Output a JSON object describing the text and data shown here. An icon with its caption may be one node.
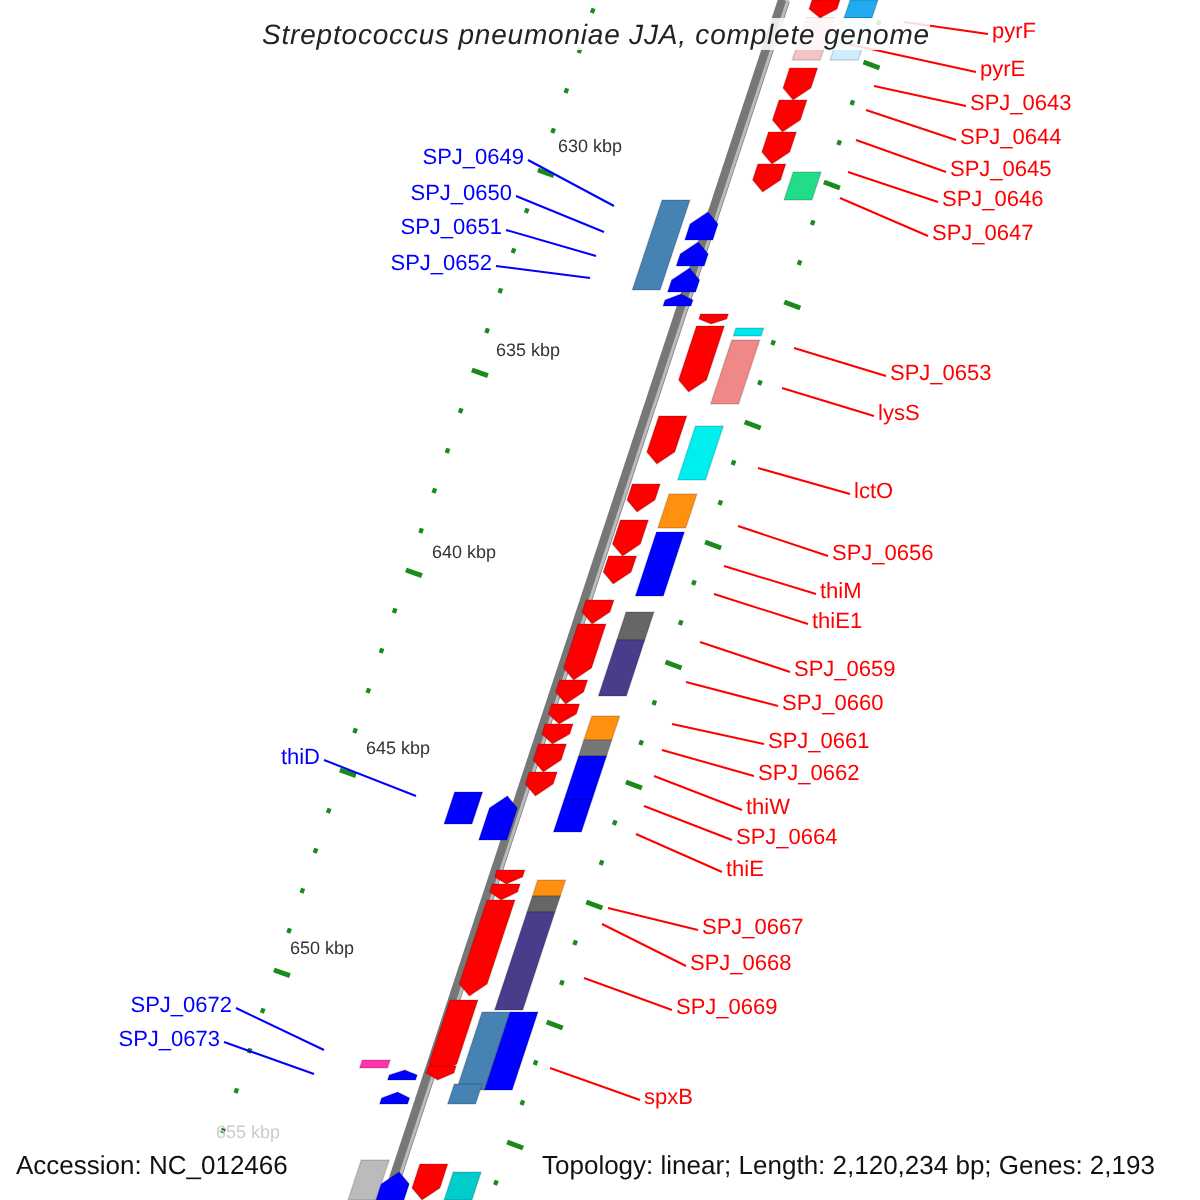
{
  "diagram": {
    "title": "Streptococcus pneumoniae JJA, complete genome",
    "nodes": [
      {
        "text": [
          "pyrF"
        ]
      },
      {
        "text": [
          "pyrE"
        ]
      },
      {
        "text": [
          "SPJ_0643"
        ]
      },
      {
        "text": [
          "SPJ_0644"
        ]
      },
      {
        "text": [
          "SPJ_0645"
        ]
      },
      {
        "text": [
          "SPJ_0646"
        ]
      },
      {
        "text": [
          "SPJ_0647"
        ]
      },
      {
        "text": [
          "SPJ_0649"
        ]
      },
      {
        "text": [
          "SPJ_0650"
        ]
      },
      {
        "text": [
          "SPJ_0651"
        ]
      },
      {
        "text": [
          "SPJ_0652"
        ]
      },
      {
        "text": [
          "SPJ_0653"
        ]
      },
      {
        "text": [
          "lysS"
        ]
      },
      {
        "text": [
          "lctO"
        ]
      },
      {
        "text": [
          "SPJ_0656"
        ]
      },
      {
        "text": [
          "thiM"
        ]
      },
      {
        "text": [
          "thiE1"
        ]
      },
      {
        "text": [
          "SPJ_0659"
        ]
      },
      {
        "text": [
          "SPJ_0660"
        ]
      },
      {
        "text": [
          "SPJ_0661"
        ]
      },
      {
        "text": [
          "SPJ_0662"
        ]
      },
      {
        "text": [
          "thiD"
        ]
      },
      {
        "text": [
          "thiW"
        ]
      },
      {
        "text": [
          "SPJ_0664"
        ]
      },
      {
        "text": [
          "thiE"
        ]
      },
      {
        "text": [
          "SPJ_0667"
        ]
      },
      {
        "text": [
          "SPJ_0668"
        ]
      },
      {
        "text": [
          "SPJ_0669"
        ]
      },
      {
        "text": [
          "SPJ_0672"
        ]
      },
      {
        "text": [
          "SPJ_0673"
        ]
      },
      {
        "text": [
          "spxB"
        ]
      }
    ],
    "edges": [
      {
        "from": 0,
        "to": null,
        "arrow": "none"
      },
      {
        "from": 1,
        "to": null,
        "arrow": "none"
      },
      {
        "from": 2,
        "to": null,
        "arrow": "none"
      },
      {
        "from": 3,
        "to": null,
        "arrow": "none"
      },
      {
        "from": 4,
        "to": null,
        "arrow": "none"
      },
      {
        "from": 5,
        "to": null,
        "arrow": "none"
      },
      {
        "from": 6,
        "to": null,
        "arrow": "none"
      },
      {
        "from": 7,
        "to": null,
        "arrow": "none",
        "color": "#0000ff"
      },
      {
        "from": 8,
        "to": null,
        "arrow": "none",
        "color": "#0000ff"
      },
      {
        "from": 9,
        "to": null,
        "arrow": "none",
        "color": "#0000ff"
      },
      {
        "from": 10,
        "to": null,
        "arrow": "none",
        "color": "#0000ff"
      },
      {
        "from": 11,
        "to": null,
        "arrow": "none"
      },
      {
        "from": 12,
        "to": null,
        "arrow": "none"
      },
      {
        "from": 13,
        "to": null,
        "arrow": "none"
      },
      {
        "from": 14,
        "to": null,
        "arrow": "none"
      },
      {
        "from": 15,
        "to": null,
        "arrow": "none"
      },
      {
        "from": 16,
        "to": null,
        "arrow": "none"
      },
      {
        "from": 17,
        "to": null,
        "arrow": "none"
      },
      {
        "from": 18,
        "to": null,
        "arrow": "none"
      },
      {
        "from": 19,
        "to": null,
        "arrow": "none"
      },
      {
        "from": 20,
        "to": null,
        "arrow": "none"
      },
      {
        "from": 21,
        "to": null,
        "arrow": "none",
        "color": "#0000ff"
      },
      {
        "from": 22,
        "to": null,
        "arrow": "none"
      },
      {
        "from": 23,
        "to": null,
        "arrow": "none"
      },
      {
        "from": 24,
        "to": null,
        "arrow": "none"
      },
      {
        "from": 25,
        "to": null,
        "arrow": "none"
      },
      {
        "from": 26,
        "to": null,
        "arrow": "none"
      },
      {
        "from": 27,
        "to": null,
        "arrow": "none"
      },
      {
        "from": 28,
        "to": null,
        "arrow": "none",
        "color": "#0000ff"
      },
      {
        "from": 29,
        "to": null,
        "arrow": "none",
        "color": "#0000ff"
      },
      {
        "from": 30,
        "to": null,
        "arrow": "none"
      }
    ],
    "labels": [
      "630 kbp",
      "635 kbp",
      "640 kbp",
      "645 kbp",
      "650 kbp",
      "655 kbp",
      "Accession: NC_012466",
      "Topology: linear; Length: 2,120,234 bp; Genes: 2,193"
    ]
  }
}
